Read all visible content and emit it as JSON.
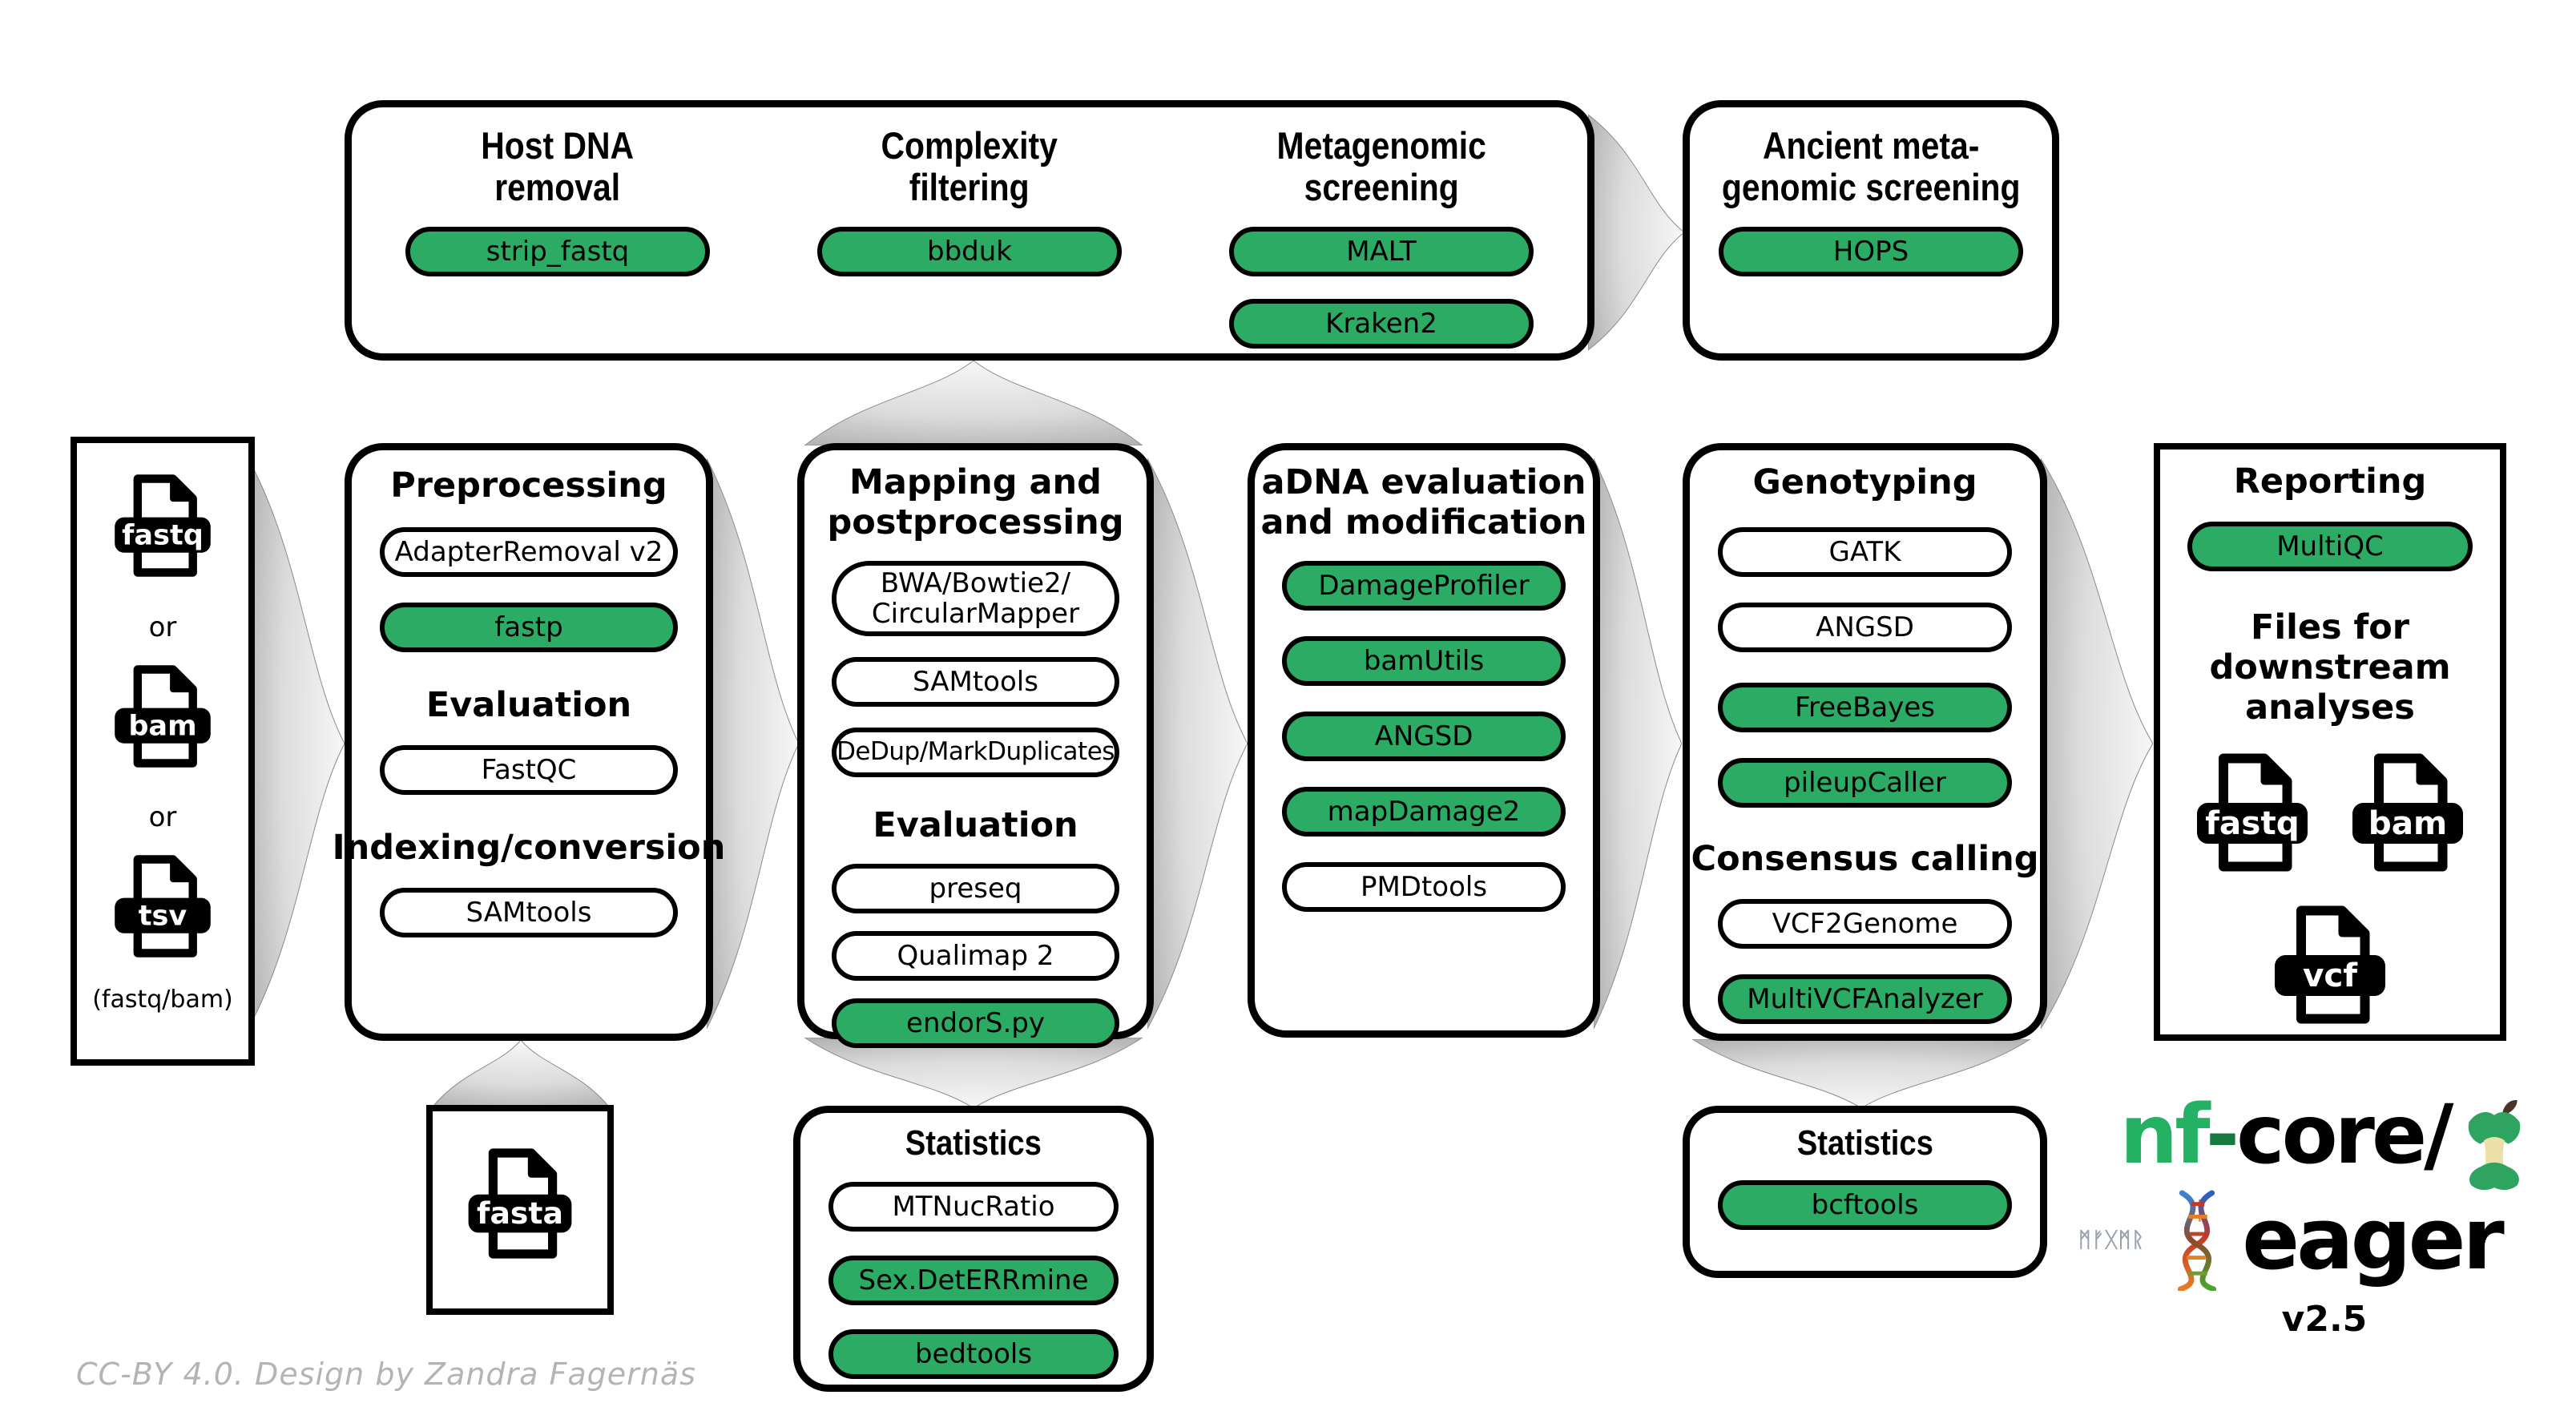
{
  "colors": {
    "green": "#2BAB63",
    "logo_green": "#24B164",
    "arrow_gray": "#b9b9b9",
    "attribution_gray": "#b4b4b4"
  },
  "attribution": "CC-BY 4.0. Design by Zandra Fagernäs",
  "input_panel": {
    "files": [
      "fastq",
      "bam",
      "tsv"
    ],
    "separator1": "or",
    "separator2": "or",
    "caption": "(fastq/bam)"
  },
  "top_box": {
    "sections": [
      {
        "title1": "Host DNA",
        "title2": "removal",
        "tools": [
          {
            "label": "strip_fastq",
            "green": true
          }
        ]
      },
      {
        "title1": "Complexity",
        "title2": "filtering",
        "tools": [
          {
            "label": "bbduk",
            "green": true
          }
        ]
      },
      {
        "title1": "Metagenomic",
        "title2": "screening",
        "tools": [
          {
            "label": "MALT",
            "green": true
          },
          {
            "label": "Kraken2",
            "green": true
          }
        ]
      }
    ]
  },
  "ancient_box": {
    "title1": "Ancient meta-",
    "title2": "genomic screening",
    "tools": [
      {
        "label": "HOPS",
        "green": true
      }
    ]
  },
  "preprocessing": {
    "title": "Preprocessing",
    "tool1": {
      "label": "AdapterRemoval v2",
      "green": false
    },
    "tool2": {
      "label": "fastp",
      "green": true
    },
    "heading2": "Evaluation",
    "tool3": {
      "label": "FastQC",
      "green": false
    },
    "heading3": "Indexing/conversion",
    "tool4": {
      "label": "SAMtools",
      "green": false
    }
  },
  "mapping": {
    "title1": "Mapping and",
    "title2": "postprocessing",
    "tool1_line1": "BWA/Bowtie2/",
    "tool1_line2": "CircularMapper",
    "tool2": {
      "label": "SAMtools",
      "green": false
    },
    "tool3": {
      "label": "DeDup/MarkDuplicates",
      "green": false
    },
    "heading2": "Evaluation",
    "tool4": {
      "label": "preseq",
      "green": false
    },
    "tool5": {
      "label": "Qualimap 2",
      "green": false
    },
    "tool6": {
      "label": "endorS.py",
      "green": true
    }
  },
  "adna": {
    "title1": "aDNA evaluation",
    "title2": "and modification",
    "tool1": {
      "label": "DamageProfiler",
      "green": true
    },
    "tool2": {
      "label": "bamUtils",
      "green": true
    },
    "tool3": {
      "label": "ANGSD",
      "green": true
    },
    "tool4": {
      "label": "mapDamage2",
      "green": true
    },
    "tool5": {
      "label": "PMDtools",
      "green": false
    }
  },
  "genotyping": {
    "title": "Genotyping",
    "tool1": {
      "label": "GATK",
      "green": false
    },
    "tool2": {
      "label": "ANGSD",
      "green": false
    },
    "tool3": {
      "label": "FreeBayes",
      "green": true
    },
    "tool4": {
      "label": "pileupCaller",
      "green": true
    },
    "heading2": "Consensus calling",
    "tool5": {
      "label": "VCF2Genome",
      "green": false
    },
    "tool6": {
      "label": "MultiVCFAnalyzer",
      "green": true
    }
  },
  "reporting": {
    "title": "Reporting",
    "tool1": {
      "label": "MultiQC",
      "green": true
    },
    "files_title1": "Files for downstream",
    "files_title2": "analyses",
    "files": [
      "fastq",
      "bam",
      "vcf"
    ]
  },
  "fasta_box": {
    "file": "fasta"
  },
  "stats_mapping": {
    "title": "Statistics",
    "tool1": {
      "label": "MTNucRatio",
      "green": false
    },
    "tool2": {
      "label": "Sex.DetERRmine",
      "green": true
    },
    "tool3": {
      "label": "bedtools",
      "green": true
    }
  },
  "stats_genotyping": {
    "title": "Statistics",
    "tool1": {
      "label": "bcftools",
      "green": true
    }
  },
  "logo": {
    "prefix_green": "nf",
    "hyphen": "-",
    "prefix_black": "core/",
    "name": "eager",
    "runes": "ᛗᚠᚷᛗᚱ",
    "rune_accent": "ᛚ",
    "version": "v2.5"
  }
}
